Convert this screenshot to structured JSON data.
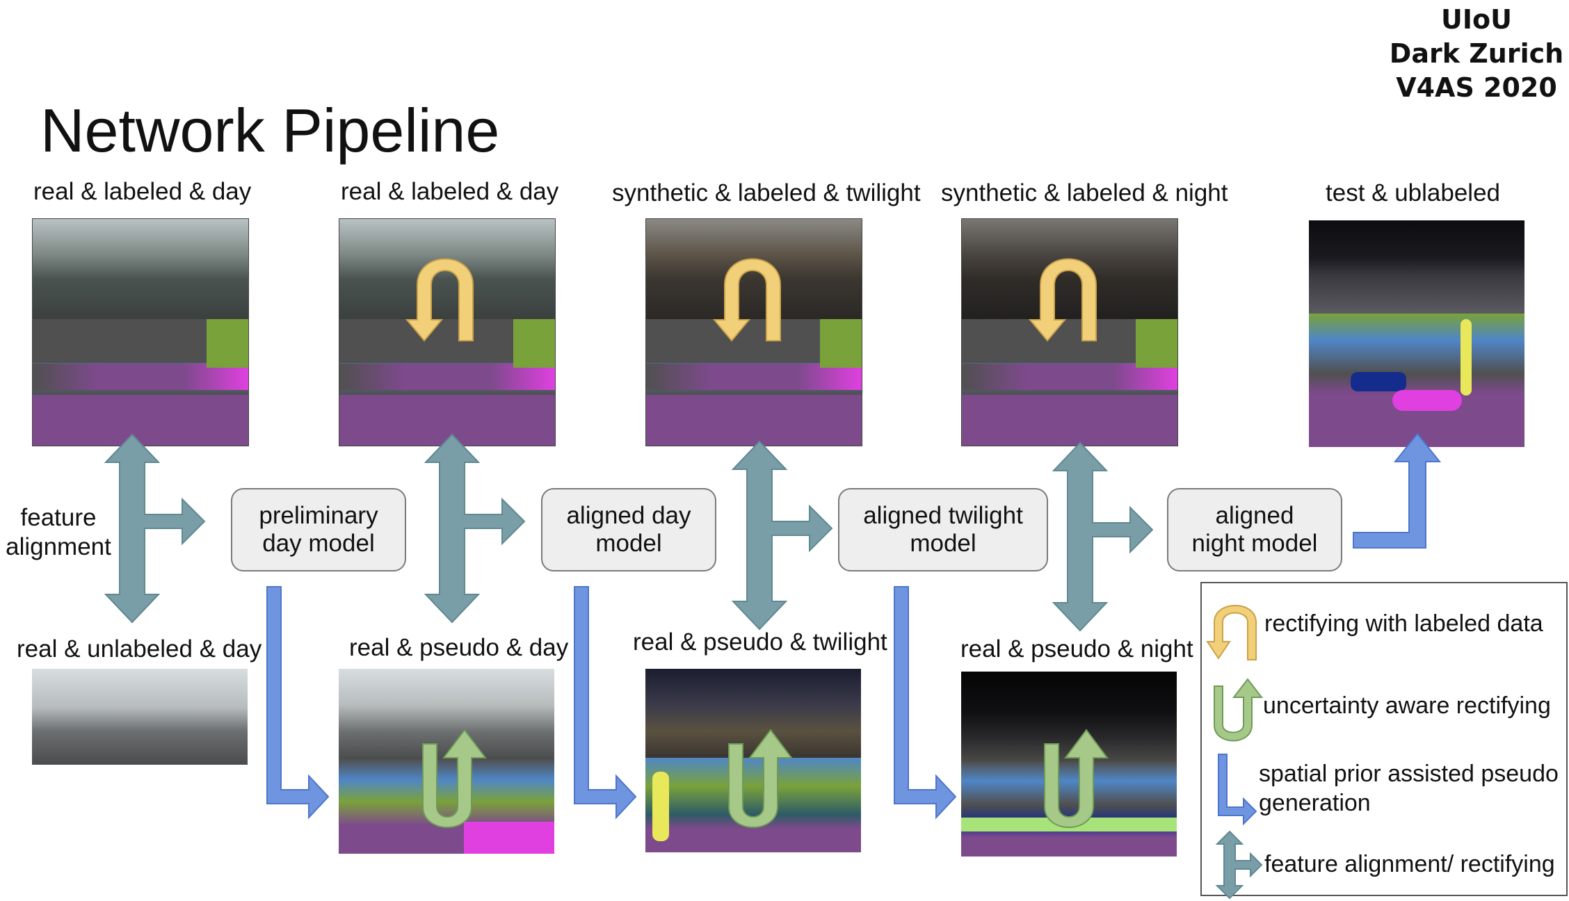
{
  "corner": {
    "line1": "UIoU",
    "line2": "Dark Zurich",
    "line3": "V4AS 2020"
  },
  "title": "Network Pipeline",
  "top_captions": [
    "real & labeled & day",
    "real & labeled & day",
    "synthetic & labeled & twilight",
    "synthetic & labeled & night",
    "test & ublabeled"
  ],
  "bottom_captions": [
    "real & unlabeled & day",
    "real & pseudo & day",
    "real & pseudo & twilight",
    "real & pseudo & night"
  ],
  "feature_alignment_label": "feature\nalignment",
  "models": [
    "preliminary\nday model",
    "aligned day\nmodel",
    "aligned twilight\nmodel",
    "aligned\nnight model"
  ],
  "legend": {
    "items": [
      {
        "icon": "yellow-rectify-arrow-icon",
        "text": "rectifying with labeled data"
      },
      {
        "icon": "green-rectify-arrow-icon",
        "text": "uncertainty aware rectifying"
      },
      {
        "icon": "blue-elbow-arrow-icon",
        "text_line1": "spatial prior assisted pseudo",
        "text_line2": "generation"
      },
      {
        "icon": "teal-tee-arrow-icon",
        "text": "feature alignment/ rectifying"
      }
    ]
  },
  "colors": {
    "teal_arrow": "#7a9ea7",
    "teal_stroke": "#5f8891",
    "blue_arrow": "#6f95e0",
    "blue_stroke": "#4d76c9",
    "yellow_arrow": "#f2d07a",
    "yellow_dark": "#c9a24a",
    "green_arrow": "#a6c98a",
    "green_dark": "#6f9a56",
    "model_box": "#eeeeee",
    "seg_road": "#7d4a8c",
    "seg_sidewalk": "#e040e0",
    "seg_building": "#505050",
    "seg_sky": "#4f86c6",
    "seg_vegetation": "#7aa23a",
    "seg_person": "#dc143c",
    "seg_car": "#142c8c"
  }
}
